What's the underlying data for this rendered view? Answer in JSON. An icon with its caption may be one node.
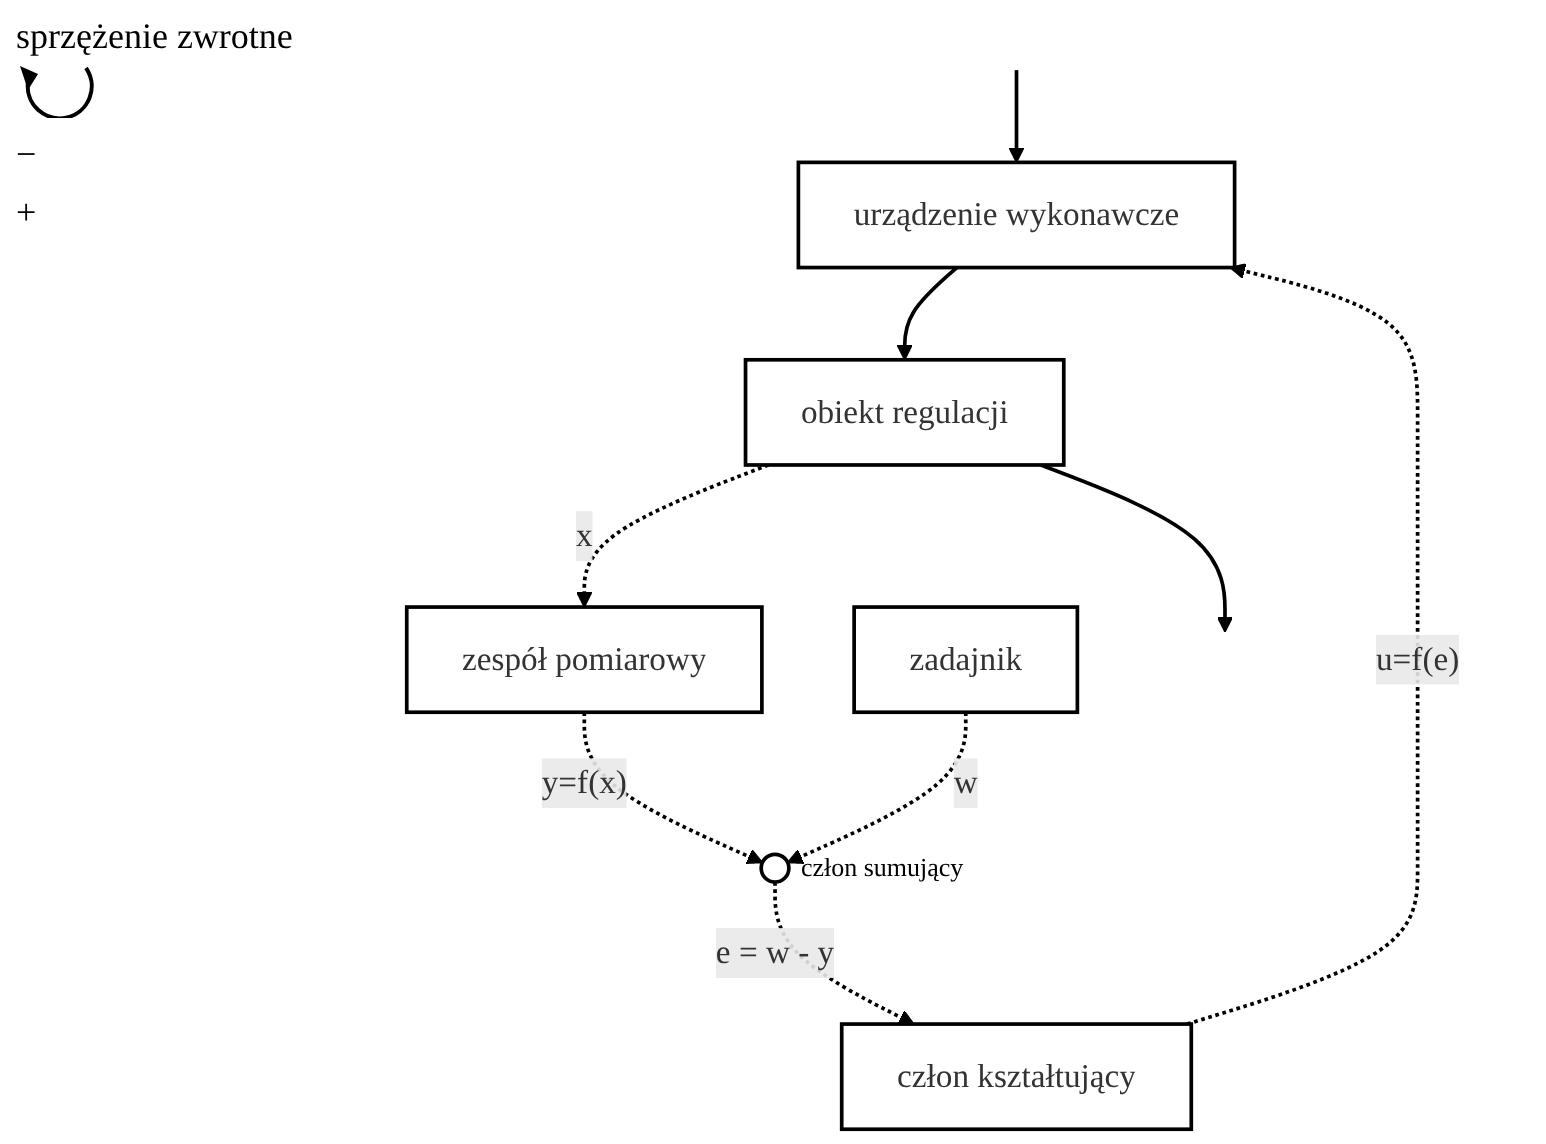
{
  "diagram": {
    "nodes": [
      {
        "text": [
          "urządzenie wykonawcze"
        ]
      },
      {
        "text": [
          "obiekt regulacji"
        ]
      },
      {
        "text": [
          "zespół pomiarowy"
        ]
      },
      {
        "text": [],
        "shape": "circle",
        "beside": [
          "człon sumujący"
        ]
      },
      {
        "text": [
          "człon kształtujący"
        ]
      },
      {
        "text": [
          "zadajnik"
        ]
      }
    ],
    "edges": [
      {
        "from": null,
        "to": 0,
        "arrow": "to"
      },
      {
        "from": 0,
        "to": 1,
        "arrow": "to"
      },
      {
        "from": 1,
        "to": null,
        "arrow": "to"
      },
      {
        "from": 1,
        "to": 2,
        "arrow": "to",
        "style": "dashed",
        "label": "x"
      },
      {
        "from": 2,
        "to": 3,
        "arrow": "to",
        "style": "dashed",
        "label": "y=f(x)"
      },
      {
        "from": 5,
        "to": 3,
        "arrow": "to",
        "style": "dashed",
        "label": "w"
      },
      {
        "from": 3,
        "to": 4,
        "arrow": "to",
        "style": "dashed",
        "label": "e = w - y"
      },
      {
        "from": 4,
        "to": 0,
        "arrow": "to",
        "style": "dashed",
        "label": "u=f(e)"
      }
    ],
    "labels": [
      "sprzężenie zwrotne",
      "−",
      "+"
    ]
  }
}
